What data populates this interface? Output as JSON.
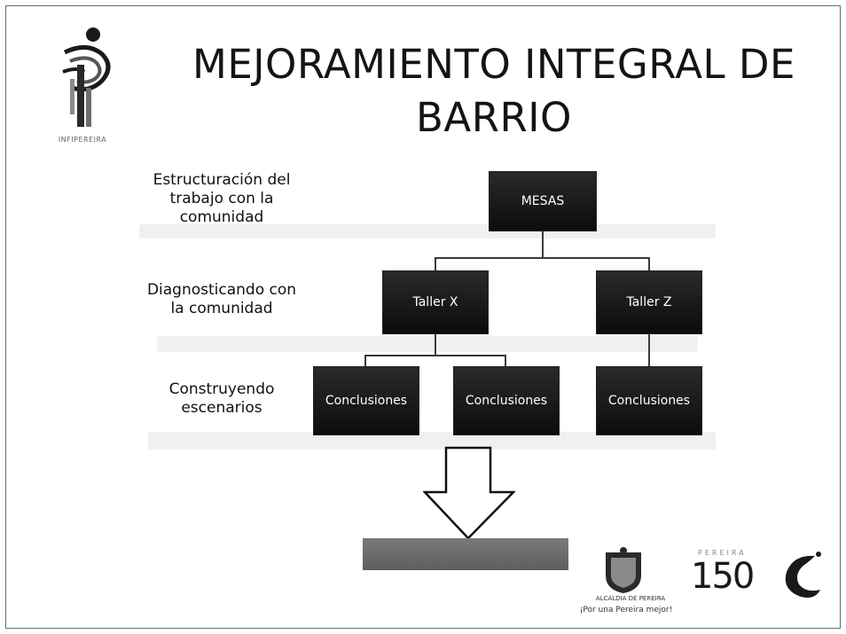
{
  "title": "MEJORAMIENTO INTEGRAL DE BARRIO",
  "logo_top_left": {
    "text": "INFIPEREIRA"
  },
  "rows": [
    {
      "label": "Estructuración del trabajo con la comunidad"
    },
    {
      "label": "Diagnosticando con la comunidad"
    },
    {
      "label": "Construyendo escenarios"
    }
  ],
  "nodes": {
    "root": "MESAS",
    "taller_x": "Taller X",
    "taller_z": "Taller Z",
    "conclusion_1": "Conclusiones",
    "conclusion_2": "Conclusiones",
    "conclusion_3": "Conclusiones"
  },
  "bottom_logos": {
    "alcaldia_text": "ALCALDIA DE PEREIRA",
    "slogan": "¡Por una Pereira mejor!",
    "pereira_150_text": "PEREIRA",
    "pereira_150_number": "150"
  }
}
